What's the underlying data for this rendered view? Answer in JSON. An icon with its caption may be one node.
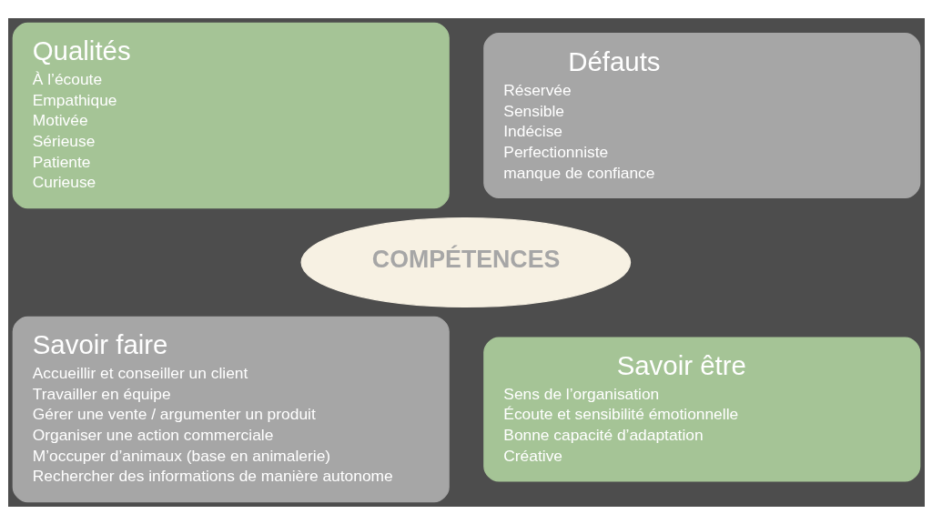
{
  "diagram": {
    "nodes": [
      {
        "text": [
          "Qualités",
          "À l’écoute",
          "Empathique",
          "Motivée",
          "Sérieuse",
          "Patiente",
          "Curieuse"
        ]
      },
      {
        "text": [
          "Défauts",
          "Réservée",
          "Sensible",
          "Indécise",
          "Perfectionniste",
          "manque de confiance"
        ]
      },
      {
        "text": [
          "COMPÉTENCES"
        ]
      },
      {
        "text": [
          "Savoir faire",
          "Accueillir et conseiller un client",
          "Travailler en équipe",
          "Gérer une vente / argumenter un produit",
          "Organiser une action commerciale",
          "M’occuper d’animaux (base en animalerie)",
          "Rechercher des informations de manière autonome"
        ]
      },
      {
        "text": [
          "Savoir être",
          "Sens de l’organisation",
          "Écoute et sensibilité émotionnelle",
          "Bonne capacité d’adaptation",
          "Créative"
        ]
      }
    ],
    "edges": []
  }
}
